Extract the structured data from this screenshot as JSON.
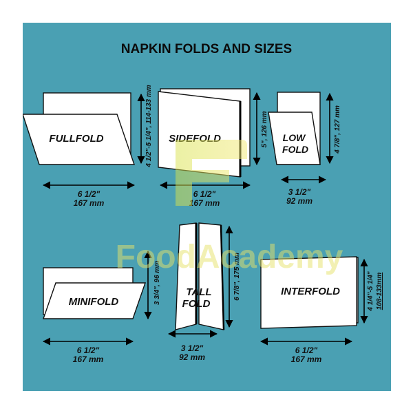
{
  "title": "NAPKIN FOLDS AND SIZES",
  "watermark": "FoodAcademy",
  "colors": {
    "background": "#4aa0b3",
    "paper": "#ffffff",
    "ink": "#111111"
  },
  "folds": {
    "fullfold": {
      "name": "FULLFOLD",
      "width_in": "6 1/2\"",
      "width_mm": "167 mm",
      "height": "4 1/2\"-5 1/4\", 114-133 mm"
    },
    "sidefold": {
      "name": "SIDEFOLD",
      "width_in": "6 1/2\"",
      "width_mm": "167 mm",
      "height": "5\", 126 mm"
    },
    "lowfold": {
      "name_line1": "LOW",
      "name_line2": "FOLD",
      "width_in": "3 1/2\"",
      "width_mm": "92 mm",
      "height": "4 7/8\", 127 mm"
    },
    "minifold": {
      "name": "MINIFOLD",
      "width_in": "6 1/2\"",
      "width_mm": "167 mm",
      "height": "3 3/4\", 96 mm"
    },
    "tallfold": {
      "name_line1": "TALL",
      "name_line2": "FOLD",
      "width_in": "3 1/2\"",
      "width_mm": "92 mm",
      "height": "6 7/8\", 175 mm"
    },
    "interfold": {
      "name": "INTERFOLD",
      "width_in": "6 1/2\"",
      "width_mm": "167 mm",
      "height_line1": "4 1/4\"-5 1/4\"",
      "height_line2": "108-133mm"
    }
  }
}
